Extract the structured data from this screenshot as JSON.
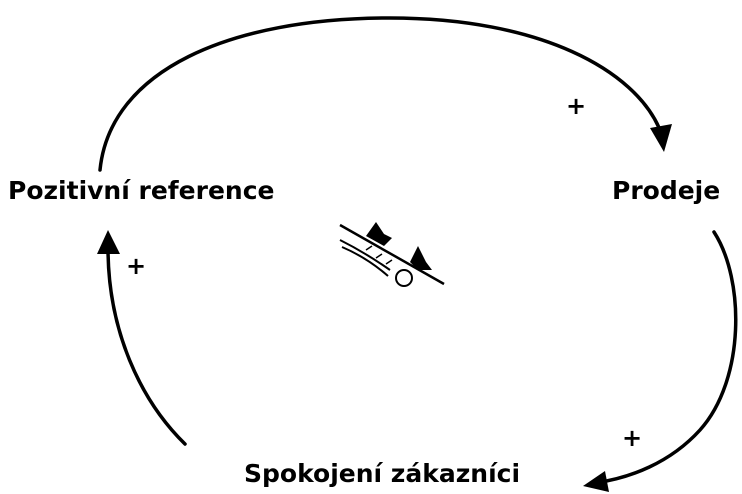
{
  "nodes": {
    "left": "Pozitivní reference",
    "right": "Prodeje",
    "bottom": "Spokojení zákazníci"
  },
  "links": {
    "top": "+",
    "right": "+",
    "left": "+"
  },
  "loop": {
    "type": "reinforcing",
    "icon": "snowball-icon"
  },
  "colors": {
    "ink": "#000000",
    "background": "#ffffff"
  }
}
